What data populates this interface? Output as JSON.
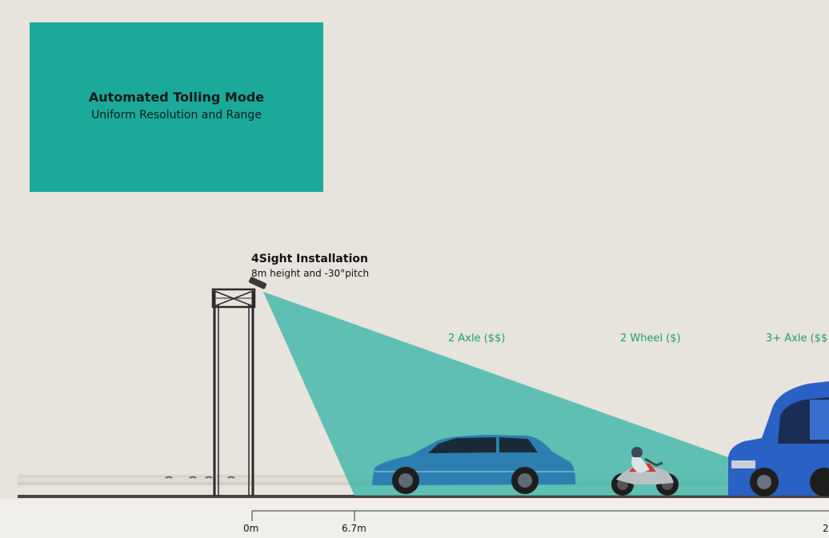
{
  "banner": {
    "title": "Automated Tolling Mode",
    "subtitle": "Uniform Resolution and Range",
    "color": "#1ba99a"
  },
  "installation": {
    "title": "4Sight Installation",
    "subtitle": "8m height and -30°pitch"
  },
  "vehicle_classes": [
    {
      "label": "2 Axle ($$)"
    },
    {
      "label": "2 Wheel ($)"
    },
    {
      "label": "3+ Axle ($$"
    }
  ],
  "distance_markers": [
    {
      "label": "0m"
    },
    {
      "label": "6.7m"
    },
    {
      "label": "2"
    }
  ],
  "colors": {
    "background": "#e7e3dd",
    "sensor_cone": "#3fb7a8",
    "label_green": "#1e9e6c",
    "road": "#4b423b",
    "car": "#2c7fb0",
    "truck": "#2a61c4"
  }
}
